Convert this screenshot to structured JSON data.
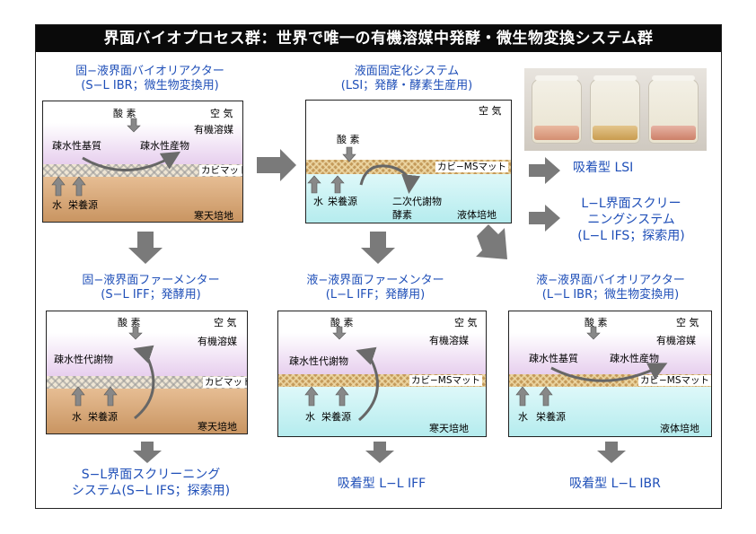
{
  "banner_title": "界面バイオプロセス群：世界で唯一の有機溶媒中発酵・微生物変換システム群",
  "labels": {
    "oxygen": "酸 素",
    "air": "空 気",
    "organic_solvent": "有機溶媒",
    "fungal_mat": "カビマット",
    "fungal_ms_mat": "カビ−MSマット",
    "water": "水",
    "nutrients": "栄養源",
    "agar_medium": "寒天培地",
    "liquid_medium": "液体培地",
    "hydrophobic_substrate": "疎水性基質",
    "hydrophobic_product": "疎水性産物",
    "hydrophobic_metabolite": "疎水性代謝物",
    "secondary_metabolite": "二次代謝物",
    "enzyme": "酵素"
  },
  "panels": {
    "sl_ibr": {
      "title_line1": "固−液界面バイオリアクター",
      "title_line2": "(S−L IBR；微生物変換用)"
    },
    "lsi": {
      "title_line1": "液面固定化システム",
      "title_line2": "(LSI；発酵・酵素生産用)"
    },
    "sl_iff": {
      "title_line1": "固−液界面ファーメンター",
      "title_line2": "(S−L IFF；発酵用)"
    },
    "ll_iff": {
      "title_line1": "液−液界面ファーメンター",
      "title_line2": "(L−L IFF；発酵用)"
    },
    "ll_ibr": {
      "title_line1": "液−液界面バイオリアクター",
      "title_line2": "(L−L IBR；微生物変換用)"
    }
  },
  "outcomes": {
    "adsorption_lsi": "吸着型 LSI",
    "ll_ifs_line1": "L−L界面スクリー",
    "ll_ifs_line2": "ニングシステム",
    "ll_ifs_line3": "(L−L IFS；探索用)",
    "sl_ifs_line1": "S−L界面スクリーニング",
    "sl_ifs_line2": "システム(S−L IFS；探索用)",
    "adsorption_ll_iff": "吸着型 L−L IFF",
    "adsorption_ll_ibr": "吸着型 L−L IBR"
  },
  "colors": {
    "banner_bg": "#0a0a0a",
    "title_text": "#1f4fb8",
    "big_arrow": "#7a7a7a",
    "agar": "#d9aa78",
    "liquid": "#c9f2f4",
    "organic": "#e7cfee"
  }
}
